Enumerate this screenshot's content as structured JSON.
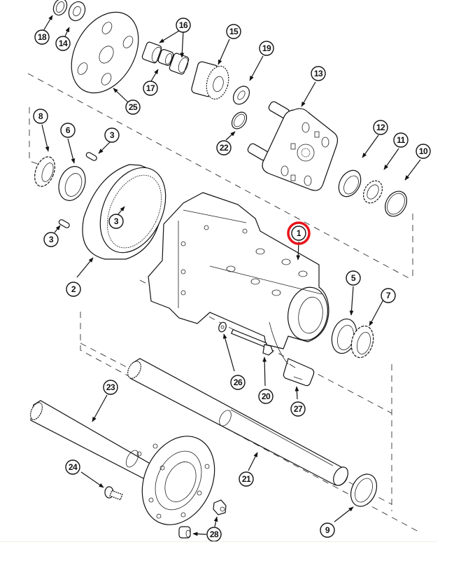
{
  "diagram": {
    "type": "exploded-parts-view",
    "highlight_color": "#e8141b",
    "highlighted_callout": "1",
    "callouts": [
      {
        "id": "1",
        "label": "1",
        "part": "axle-housing"
      },
      {
        "id": "2",
        "label": "2",
        "part": "ring-gear"
      },
      {
        "id": "3a",
        "label": "3",
        "part": "pin"
      },
      {
        "id": "3b",
        "label": "3",
        "part": "pin"
      },
      {
        "id": "3c",
        "label": "3",
        "part": "pin"
      },
      {
        "id": "5",
        "label": "5",
        "part": "bearing-cup"
      },
      {
        "id": "6",
        "label": "6",
        "part": "bearing-cup"
      },
      {
        "id": "7",
        "label": "7",
        "part": "bearing-cone"
      },
      {
        "id": "8",
        "label": "8",
        "part": "bearing-cone"
      },
      {
        "id": "9",
        "label": "9",
        "part": "seal"
      },
      {
        "id": "10",
        "label": "10",
        "part": "washer"
      },
      {
        "id": "11",
        "label": "11",
        "part": "lock-washer"
      },
      {
        "id": "12",
        "label": "12",
        "part": "nut"
      },
      {
        "id": "13",
        "label": "13",
        "part": "planetary-carrier"
      },
      {
        "id": "14",
        "label": "14",
        "part": "thrust-washer"
      },
      {
        "id": "15",
        "label": "15",
        "part": "planet-gear"
      },
      {
        "id": "16",
        "label": "16",
        "part": "needle-bearings"
      },
      {
        "id": "17",
        "label": "17",
        "part": "spacer"
      },
      {
        "id": "18",
        "label": "18",
        "part": "snap-ring"
      },
      {
        "id": "19",
        "label": "19",
        "part": "thrust-washer"
      },
      {
        "id": "20",
        "label": "20",
        "part": "bolt"
      },
      {
        "id": "21",
        "label": "21",
        "part": "shaft"
      },
      {
        "id": "22",
        "label": "22",
        "part": "snap-ring"
      },
      {
        "id": "23",
        "label": "23",
        "part": "axle-shaft"
      },
      {
        "id": "24",
        "label": "24",
        "part": "wheel-stud"
      },
      {
        "id": "25",
        "label": "25",
        "part": "retainer-plate"
      },
      {
        "id": "26",
        "label": "26",
        "part": "washer"
      },
      {
        "id": "27",
        "label": "27",
        "part": "decal"
      },
      {
        "id": "28",
        "label": "28",
        "part": "wheel-nut"
      }
    ]
  }
}
